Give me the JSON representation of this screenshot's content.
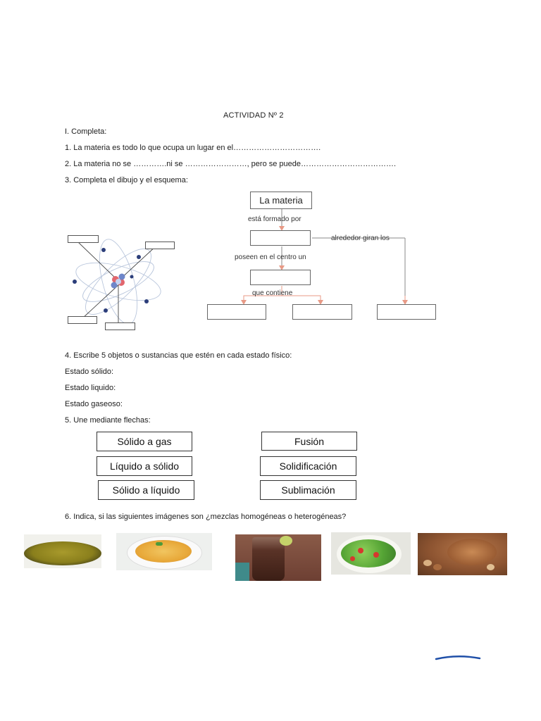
{
  "title": "ACTIVIDAD Nº 2",
  "section_one": "I. Completa:",
  "q1": "1. La materia es todo lo que ocupa un lugar en el…………………………….",
  "q2": "2. La materia no se ………….ni se ……………………, pero se puede……………………………….",
  "q3": "3. Completa el dibujo y el esquema:",
  "scheme": {
    "root": "La materia",
    "label_formed": "está formado por",
    "label_around": "alrededor giran los",
    "label_center": "poseen en el centro un",
    "label_contains": "que contiene"
  },
  "q4": "4. Escribe 5 objetos o sustancias que estén en cada estado físico:",
  "states": [
    "Estado sólido:",
    "Estado liquido:",
    "Estado gaseoso:"
  ],
  "q5": "5. Une mediante flechas:",
  "match_left": [
    "Sólido a gas",
    "Líquido a sólido",
    "Sólido a líquido"
  ],
  "match_right": [
    "Fusión",
    "Solidificación",
    "Sublimación"
  ],
  "q6": "6. Indica, si las siguientes imágenes son ¿mezclas homogéneas o heterogéneas?",
  "colors": {
    "accent_scribble": "#1f4fa8",
    "arrow": "#e89a86"
  }
}
